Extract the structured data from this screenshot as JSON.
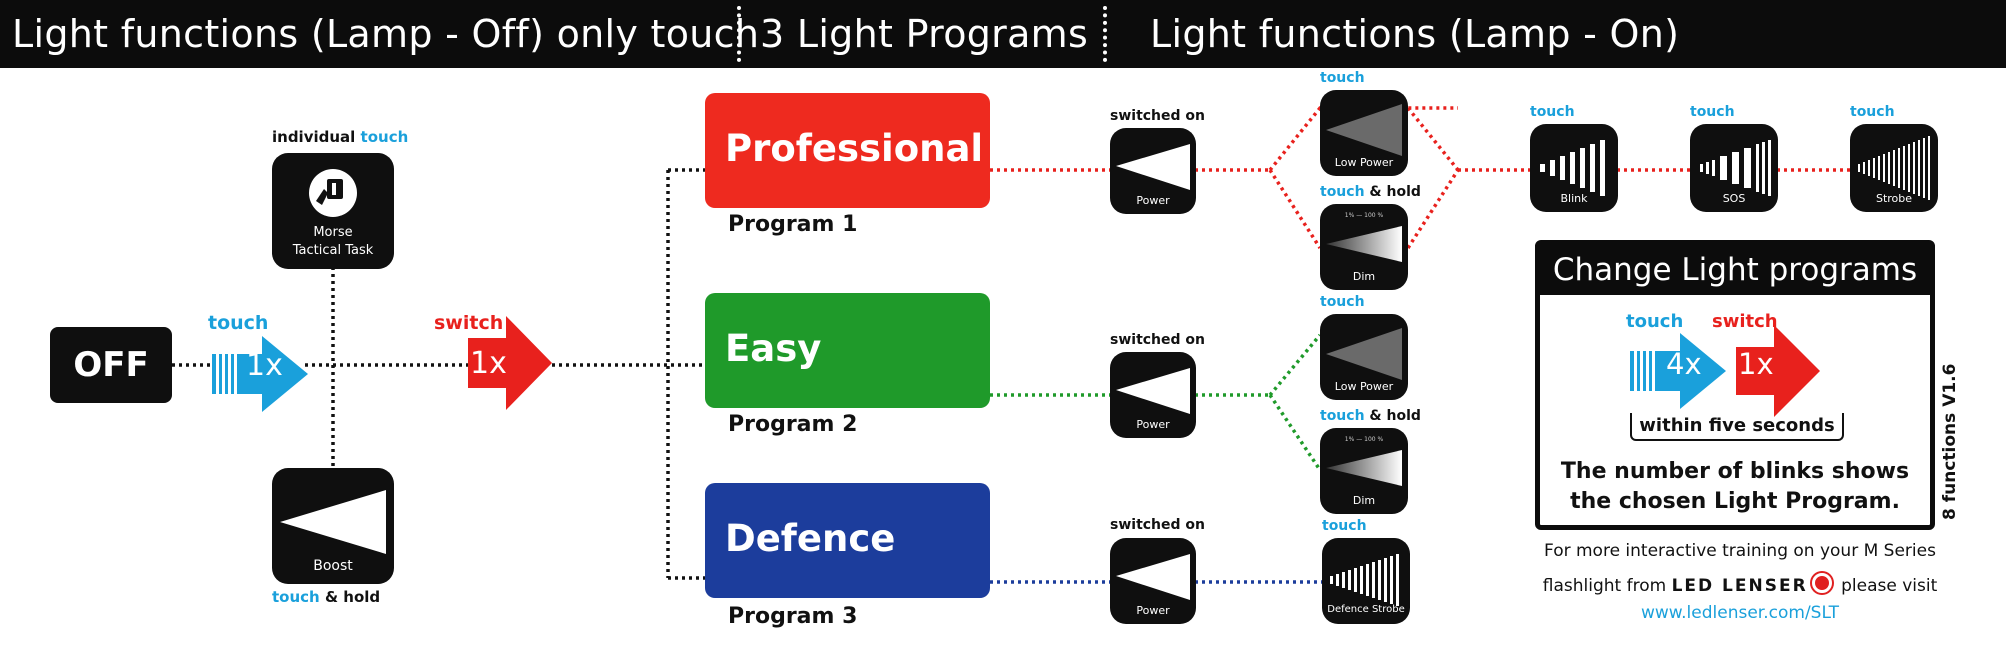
{
  "header": {
    "section1": "Light functions (Lamp - Off) only touch",
    "section2": "3 Light Programs",
    "section3": "Light functions (Lamp - On)"
  },
  "off_state": {
    "off_label": "OFF",
    "touch_label": "touch",
    "touch_count": "1x",
    "switch_label": "switch",
    "switch_count": "1x",
    "individual_label": "individual",
    "individual_touch": "touch",
    "morse_line1": "Morse",
    "morse_line2": "Tactical Task",
    "boost_label": "Boost",
    "boost_touch": "touch",
    "boost_hold": "& hold"
  },
  "programs": [
    {
      "name": "Professional",
      "sub": "Program 1",
      "color": "#ee2a1f"
    },
    {
      "name": "Easy",
      "sub": "Program 2",
      "color": "#1f9a2a"
    },
    {
      "name": "Defence",
      "sub": "Program 3",
      "color": "#1c3d9c"
    }
  ],
  "lamp_on": {
    "switched_on": "switched on",
    "power": "Power",
    "low_power": "Low Power",
    "dim": "Dim",
    "blink": "Blink",
    "sos": "SOS",
    "strobe": "Strobe",
    "defence_strobe": "Defence Strobe",
    "touch": "touch",
    "and_hold": "& hold",
    "dim_scale_min": "1% ",
    "dim_scale_max": "100 %"
  },
  "change": {
    "title": "Change Light programs",
    "touch_label": "touch",
    "touch_count": "4x",
    "switch_label": "switch",
    "switch_count": "1x",
    "within": "within five seconds",
    "blinks_line1": "The number of blinks shows",
    "blinks_line2": "the chosen Light Program."
  },
  "version": "8 functions V1.6",
  "footer": {
    "line1": "For more interactive training on your M Series",
    "line2_pre": "flashlight from",
    "brand": "LED LENSER",
    "line2_post": "please visit",
    "url": "www.ledlenser.com/SLT"
  },
  "colors": {
    "blue": "#1aa0db",
    "red": "#e8211d",
    "green": "#1f9a2a",
    "navy": "#1c3d9c",
    "black": "#0c0c0c"
  }
}
